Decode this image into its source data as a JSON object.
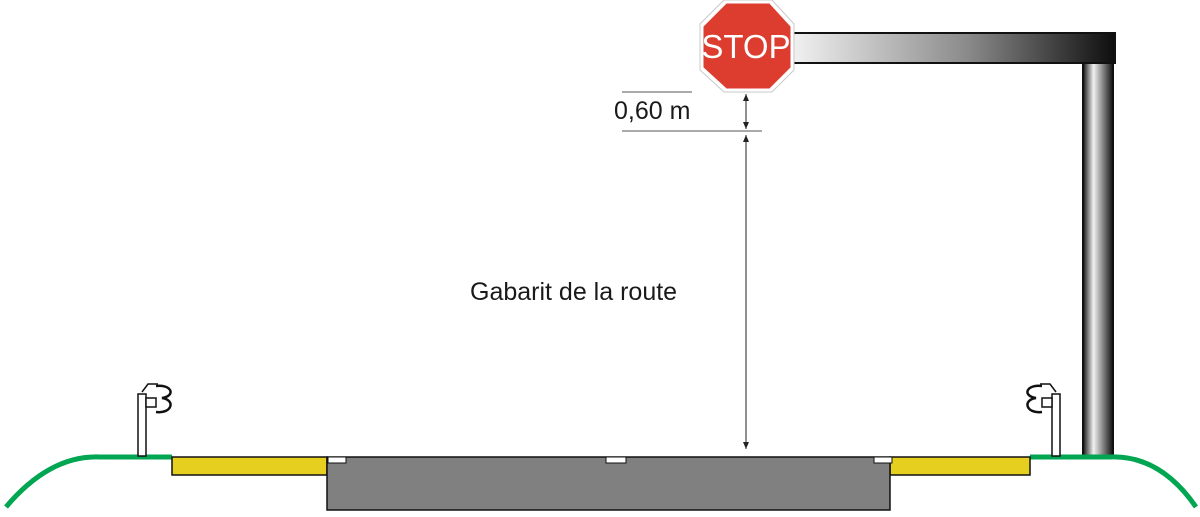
{
  "sign": {
    "text": "STOP",
    "face_color": "#dc3d2f",
    "border_color": "#ffffff"
  },
  "labels": {
    "clearance": "0,60 m",
    "road_gauge": "Gabarit de la route"
  },
  "colors": {
    "verge": "#00a651",
    "shoulder": "#e6cf1f",
    "carriageway": "#808080",
    "gantry_dark": "#111111",
    "gantry_light": "#f2f2f2"
  },
  "icons": {
    "left_guardrail": "guardrail-post-icon",
    "right_guardrail": "guardrail-post-icon"
  }
}
